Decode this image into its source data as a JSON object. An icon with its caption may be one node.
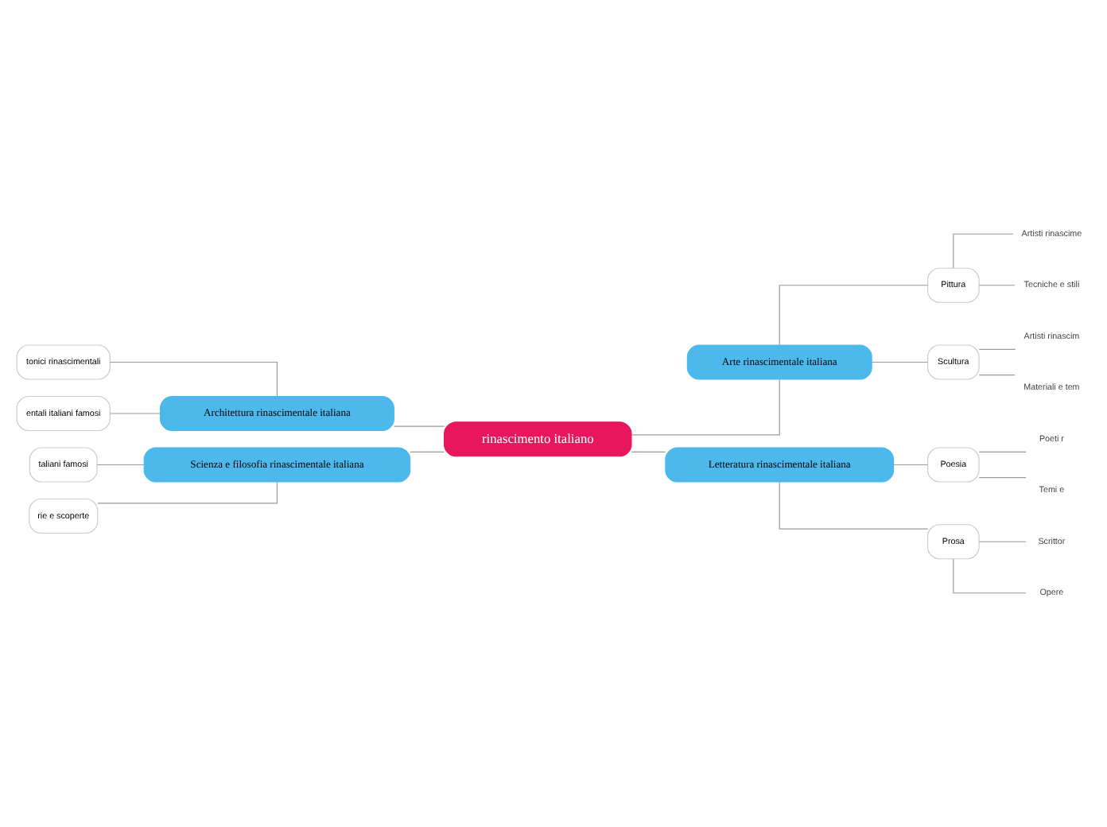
{
  "diagram": {
    "nodes": [
      {
        "text": [
          "rinascimento italiano"
        ]
      },
      {
        "text": [
          "Arte rinascimentale italiana"
        ]
      },
      {
        "text": [
          "Pittura"
        ]
      },
      {
        "text": [
          "Artisti rinascime"
        ]
      },
      {
        "text": [
          "Tecniche e stili"
        ]
      },
      {
        "text": [
          "Scultura"
        ]
      },
      {
        "text": [
          "Artisti rinascim"
        ]
      },
      {
        "text": [
          "Materiali e tem"
        ]
      },
      {
        "text": [
          "Letteratura rinascimentale italiana"
        ]
      },
      {
        "text": [
          "Poesia"
        ]
      },
      {
        "text": [
          "Poeti r"
        ]
      },
      {
        "text": [
          "Temi e"
        ]
      },
      {
        "text": [
          "Prosa"
        ]
      },
      {
        "text": [
          "Scrittor"
        ]
      },
      {
        "text": [
          "Opere"
        ]
      },
      {
        "text": [
          "Architettura rinascimentale italiana"
        ]
      },
      {
        "text": [
          "tonici rinascimentali"
        ]
      },
      {
        "text": [
          "entali italiani famosi"
        ]
      },
      {
        "text": [
          "Scienza e filosofia rinascimentale italiana"
        ]
      },
      {
        "text": [
          "taliani famosi"
        ]
      },
      {
        "text": [
          "rie e scoperte"
        ]
      }
    ],
    "edges": [
      {
        "from": 0,
        "to": 1,
        "arrow": "none"
      },
      {
        "from": 1,
        "to": 2,
        "arrow": "none"
      },
      {
        "from": 2,
        "to": 3,
        "arrow": "none"
      },
      {
        "from": 2,
        "to": 4,
        "arrow": "none"
      },
      {
        "from": 1,
        "to": 5,
        "arrow": "none"
      },
      {
        "from": 5,
        "to": 6,
        "arrow": "none"
      },
      {
        "from": 5,
        "to": 7,
        "arrow": "none"
      },
      {
        "from": 0,
        "to": 8,
        "arrow": "none"
      },
      {
        "from": 8,
        "to": 9,
        "arrow": "none"
      },
      {
        "from": 9,
        "to": 10,
        "arrow": "none"
      },
      {
        "from": 9,
        "to": 11,
        "arrow": "none"
      },
      {
        "from": 8,
        "to": 12,
        "arrow": "none"
      },
      {
        "from": 12,
        "to": 13,
        "arrow": "none"
      },
      {
        "from": 12,
        "to": 14,
        "arrow": "none"
      },
      {
        "from": 0,
        "to": 15,
        "arrow": "none"
      },
      {
        "from": 15,
        "to": 16,
        "arrow": "none"
      },
      {
        "from": 15,
        "to": 17,
        "arrow": "none"
      },
      {
        "from": 0,
        "to": 18,
        "arrow": "none"
      },
      {
        "from": 18,
        "to": 19,
        "arrow": "none"
      },
      {
        "from": 18,
        "to": 20,
        "arrow": "none"
      }
    ]
  }
}
